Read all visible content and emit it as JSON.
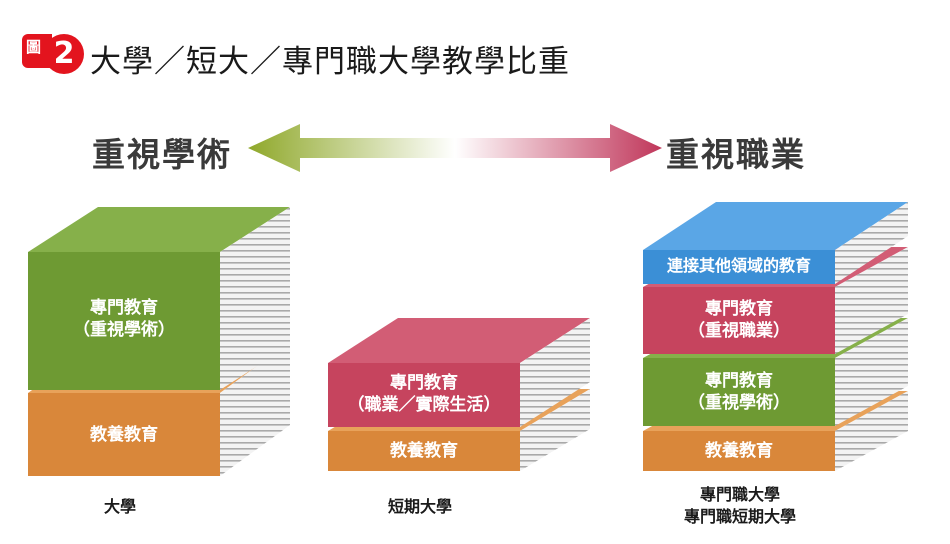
{
  "figure": {
    "badge_char": "圖",
    "badge_num": "2",
    "title": "大學／短大／專門職大學教學比重"
  },
  "arrow": {
    "left_label": "重視學術",
    "right_label": "重視職業",
    "left_color": "#8fa82a",
    "right_color": "#c0365a"
  },
  "colors": {
    "green": "#6e9a33",
    "orange": "#d9873a",
    "red": "#c6445e",
    "blue": "#3b8fd6"
  },
  "columns": [
    {
      "label": "大學",
      "books": [
        {
          "color": "green",
          "lines": [
            "專門教育",
            "（重視學術）"
          ]
        },
        {
          "color": "orange",
          "lines": [
            "教養教育"
          ]
        }
      ]
    },
    {
      "label": "短期大學",
      "books": [
        {
          "color": "red",
          "lines": [
            "專門教育",
            "（職業／實際生活）"
          ]
        },
        {
          "color": "orange",
          "lines": [
            "教養教育"
          ]
        }
      ]
    },
    {
      "label": "專門職大學\n專門職短期大學",
      "label_lines": [
        "專門職大學",
        "專門職短期大學"
      ],
      "books": [
        {
          "color": "blue",
          "lines": [
            "連接其他領域的教育"
          ]
        },
        {
          "color": "red",
          "lines": [
            "專門教育",
            "（重視職業）"
          ]
        },
        {
          "color": "green",
          "lines": [
            "專門教育",
            "（重視學術）"
          ]
        },
        {
          "color": "orange",
          "lines": [
            "教養教育"
          ]
        }
      ]
    }
  ]
}
